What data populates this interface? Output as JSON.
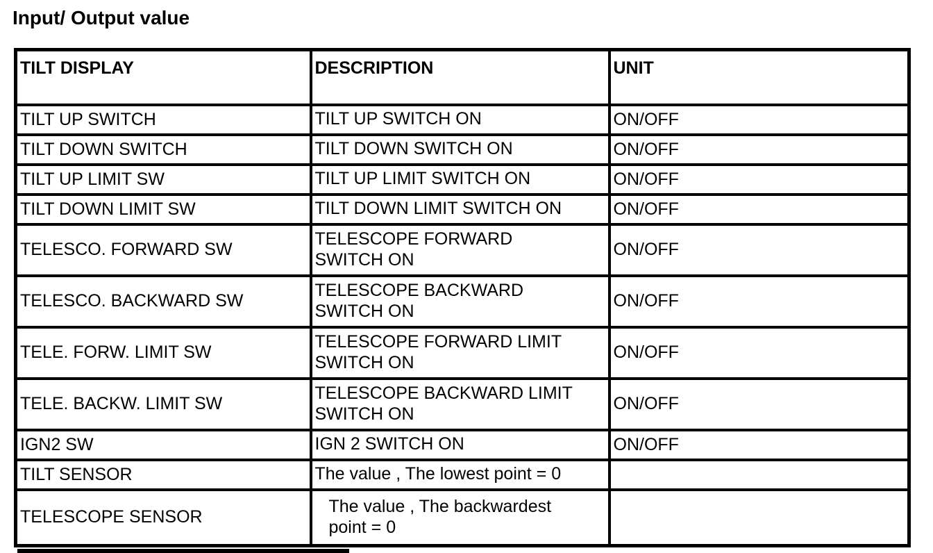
{
  "page": {
    "title": "Input/ Output value"
  },
  "table": {
    "headers": [
      "TILT DISPLAY",
      "DESCRIPTION",
      "UNIT"
    ],
    "rows": [
      {
        "display": "TILT UP SWITCH",
        "description": "TILT UP SWITCH ON",
        "unit": "ON/OFF"
      },
      {
        "display": "TILT DOWN SWITCH",
        "description": "TILT DOWN SWITCH ON",
        "unit": "ON/OFF"
      },
      {
        "display": "TILT UP LIMIT SW",
        "description": "TILT UP LIMIT SWITCH ON",
        "unit": "ON/OFF"
      },
      {
        "display": "TILT DOWN LIMIT SW",
        "description": "TILT DOWN LIMIT SWITCH ON",
        "unit": "ON/OFF"
      },
      {
        "display": "TELESCO. FORWARD SW",
        "description": "TELESCOPE FORWARD\nSWITCH ON",
        "unit": "ON/OFF"
      },
      {
        "display": "TELESCO. BACKWARD SW",
        "description": "TELESCOPE BACKWARD\nSWITCH ON",
        "unit": "ON/OFF"
      },
      {
        "display": "TELE. FORW. LIMIT SW",
        "description": "TELESCOPE FORWARD LIMIT\nSWITCH ON",
        "unit": "ON/OFF"
      },
      {
        "display": "TELE. BACKW. LIMIT SW",
        "description": "TELESCOPE BACKWARD LIMIT\nSWITCH ON",
        "unit": "ON/OFF"
      },
      {
        "display": "IGN2 SW",
        "description": "IGN 2 SWITCH ON",
        "unit": "ON/OFF"
      },
      {
        "display": "TILT SENSOR",
        "description": "The value , The lowest point = 0",
        "unit": ""
      },
      {
        "display": "TELESCOPE SENSOR",
        "description": "The value , The backwardest\npoint = 0",
        "unit": ""
      }
    ]
  },
  "colors": {
    "text": "#000000",
    "border": "#000000",
    "background": "#ffffff"
  }
}
